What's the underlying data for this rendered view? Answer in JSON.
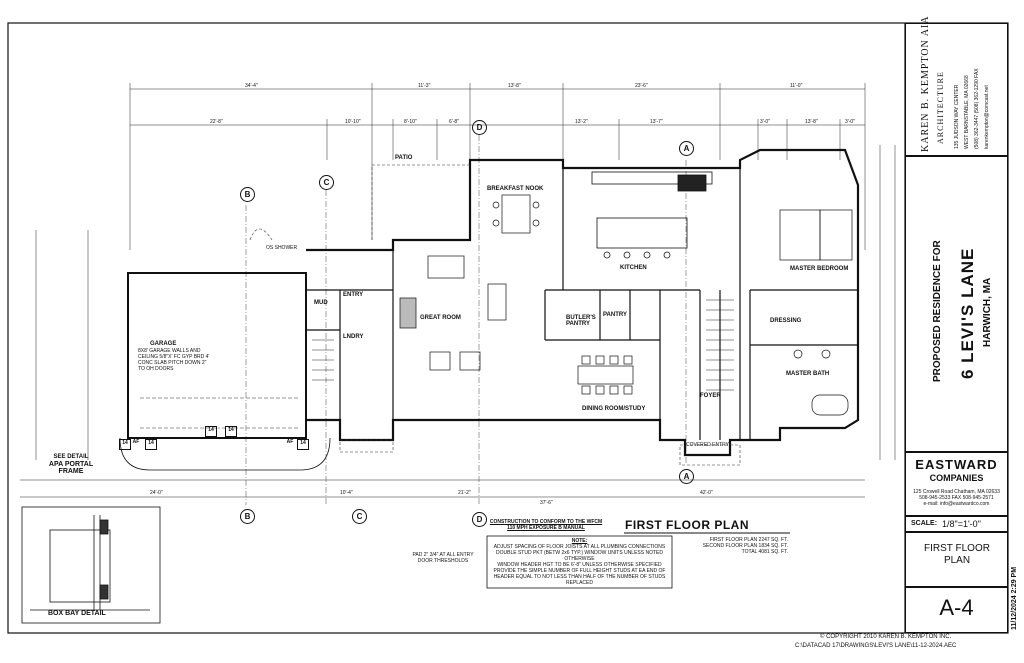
{
  "architect": {
    "name": "KAREN B. KEMPTON AIA",
    "subtitle": "ARCHITECTURE",
    "address1": "135 JUDSON WAY CENTER",
    "address2": "WEST BARNSTABLE, MA 02668",
    "phone": "(508) 362-3447  (508) 362-1290 FAX",
    "email": "karenkempton@comcast.net"
  },
  "project": {
    "line1": "PROPOSED RESIDENCE FOR",
    "line2": "6 LEVI'S LANE",
    "line3": "HARWICH, MA"
  },
  "builder": {
    "name1": "EASTWARD",
    "name2": "COMPANIES",
    "address": "125 Crowell Road  Chatham, MA 02633",
    "phone": "508-945-2533       FAX 508-945-2571",
    "email": "e-mail: info@eastwardco.com"
  },
  "scale": {
    "label": "SCALE:",
    "value": "1/8\"=1'-0\""
  },
  "sheet": {
    "name": "FIRST FLOOR PLAN",
    "number": "A-4"
  },
  "timestamp": "11/12/2024 2:29 PM",
  "plan_title": "FIRST FLOOR PLAN",
  "areas": {
    "first": "FIRST FLOOR PLAN   2247 SQ. FT.",
    "second": "SECOND FLOOR PLAN   1834 SQ. FT.",
    "total": "TOTAL   4081 SQ. FT."
  },
  "construction_note": "CONSTRUCTION TO CONFORM TO THE WFCM 110 MPH EXPOSURE B MANUAL",
  "note": {
    "heading": "NOTE:",
    "lines": [
      "ADJUST SPACING OF FLOOR JOISTS AT ALL PLUMBING CONNECTIONS",
      "DOUBLE STUD PKT (BETW 2x6 TYP.) WINDOW UNITS UNLESS NOTED OTHERWISE",
      "WINDOW HEADER HGT TO BE 6'-8\" UNLESS OTHERWISE SPECIFIED",
      "PROVIDE THE SIMPLE NUMBER OF FULL HEIGHT STUDS AT EA END OF HEADER EQUAL TO NOT LESS THAN HALF OF THE NUMBER OF STUDS REPLACED"
    ]
  },
  "pad_note": "PAD 2\" 3/4\" AT ALL ENTRY DOOR THRESHOLDS",
  "copyright": "© COPYRIGHT 2010 KAREN B. KEMPTON INC.",
  "filepath": "C:\\DATACAD 17\\DRAWINGS\\LEVI'S LANE\\11-12-2024.AEC",
  "see_detail": {
    "line1": "SEE DETAIL",
    "line2": "APA PORTAL",
    "line3": "FRAME"
  },
  "box_bay": "BOX BAY DETAIL",
  "rooms": {
    "garage": "GARAGE",
    "garage_note": "8X8' GARAGE WALLS AND CEILING 5/8\"X' FC GYP BRD 4' CONC SLAB PITCH DOWN 2\" TO OH DOORS",
    "mudroom": "MUD",
    "laundry": "LNDRY",
    "entry": "ENTRY",
    "great_room": "GREAT ROOM",
    "breakfast": "BREAKFAST NOOK",
    "kitchen": "KITCHEN",
    "butlers": "BUTLER'S PANTRY",
    "pantry": "PANTRY",
    "dining": "DINING ROOM/STUDY",
    "foyer": "FOYER",
    "master_bed": "MASTER BEDROOM",
    "dressing": "DRESSING",
    "master_bath": "MASTER BATH",
    "patio": "PATIO",
    "covered_entry": "COVERED ENTRY",
    "outdoor_shower": "OS SHOWER"
  },
  "dims_top": [
    "34'-4\"",
    "11'-3\"",
    "13'-8\"",
    "23'-6\"",
    "11'-0\""
  ],
  "dims_top2": [
    "22'-8\"",
    "10'-10\"",
    "8'-10\"",
    "6'-8\"",
    "13'-2\"",
    "13'-7\"",
    "3'-0\"",
    "13'-8\"",
    "3'-0\""
  ],
  "dims_bottom": [
    "24'-0\"",
    "10'-4\"",
    "21'-2\"",
    "37'-6\"",
    "42'-0\""
  ],
  "grid_tags": [
    "A",
    "B",
    "C",
    "D"
  ],
  "detail_tags": [
    "14",
    "AF"
  ]
}
